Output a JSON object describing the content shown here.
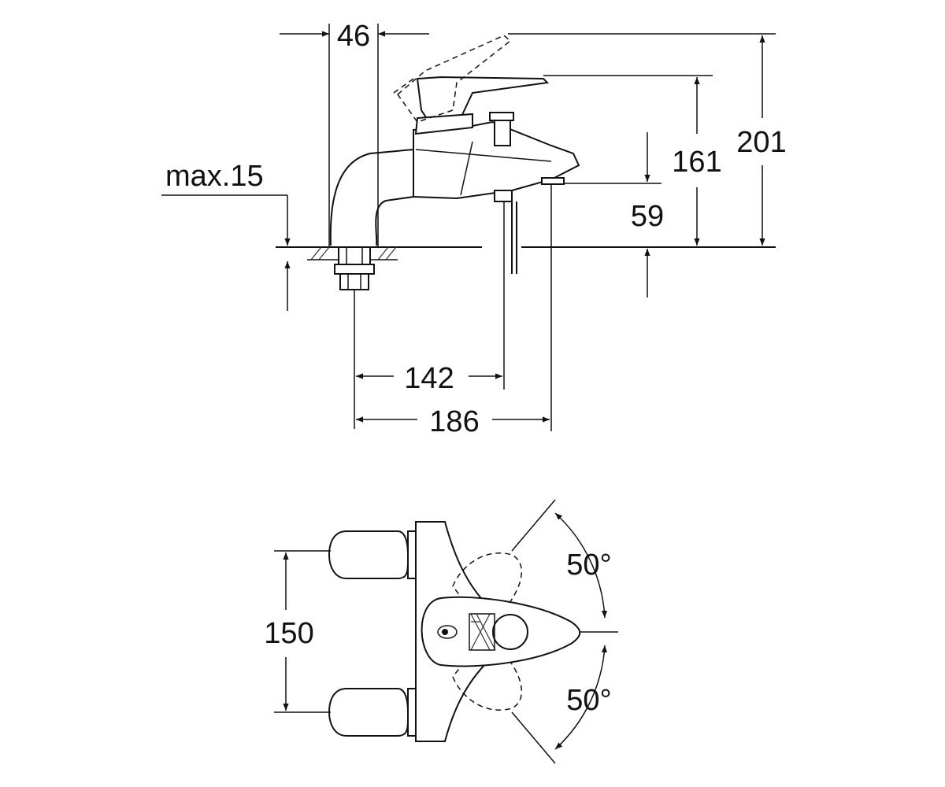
{
  "front_view": {
    "dim_46": "46",
    "dim_max15": "max.15",
    "dim_161": "161",
    "dim_201": "201",
    "dim_59": "59",
    "dim_142": "142",
    "dim_186": "186"
  },
  "top_view": {
    "dim_150": "150",
    "angle_up": "50°",
    "angle_down": "50°"
  }
}
